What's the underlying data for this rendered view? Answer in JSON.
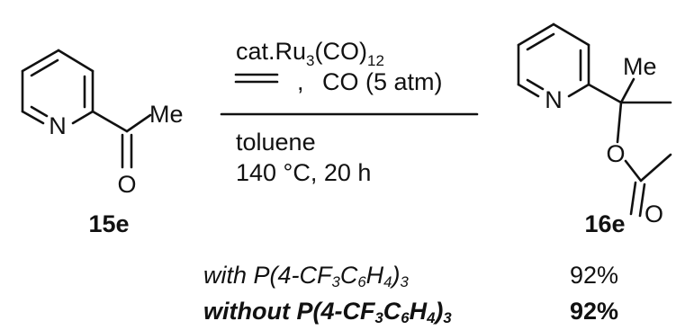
{
  "reactant": {
    "id": "15e",
    "ring_atom": "N",
    "substituent": "Me",
    "carbonyl_atom": "O"
  },
  "product": {
    "id": "16e",
    "ring_atom": "N",
    "substituent": "Me",
    "ring_oxygen": "O",
    "carbonyl_atom": "O"
  },
  "conditions": {
    "catalyst_prefix": "cat.Ru",
    "catalyst_sub1": "3",
    "catalyst_mid": "(CO)",
    "catalyst_sub2": "12",
    "reagent_separator": ",",
    "reagent": "CO (5 atm)",
    "solvent": "toluene",
    "temperature_time": "140 °C, 20 h"
  },
  "results": [
    {
      "condition_prefix": "with P(4-CF",
      "sub1": "3",
      "mid": "C",
      "sub2": "6",
      "mid2": "H",
      "sub3": "4",
      "suffix": ")",
      "sub4": "3",
      "yield": "92%"
    },
    {
      "condition_prefix": "without P(4-CF",
      "sub1": "3",
      "mid": "C",
      "sub2": "6",
      "mid2": "H",
      "sub3": "4",
      "suffix": ")",
      "sub4": "3",
      "yield": "92%"
    }
  ]
}
